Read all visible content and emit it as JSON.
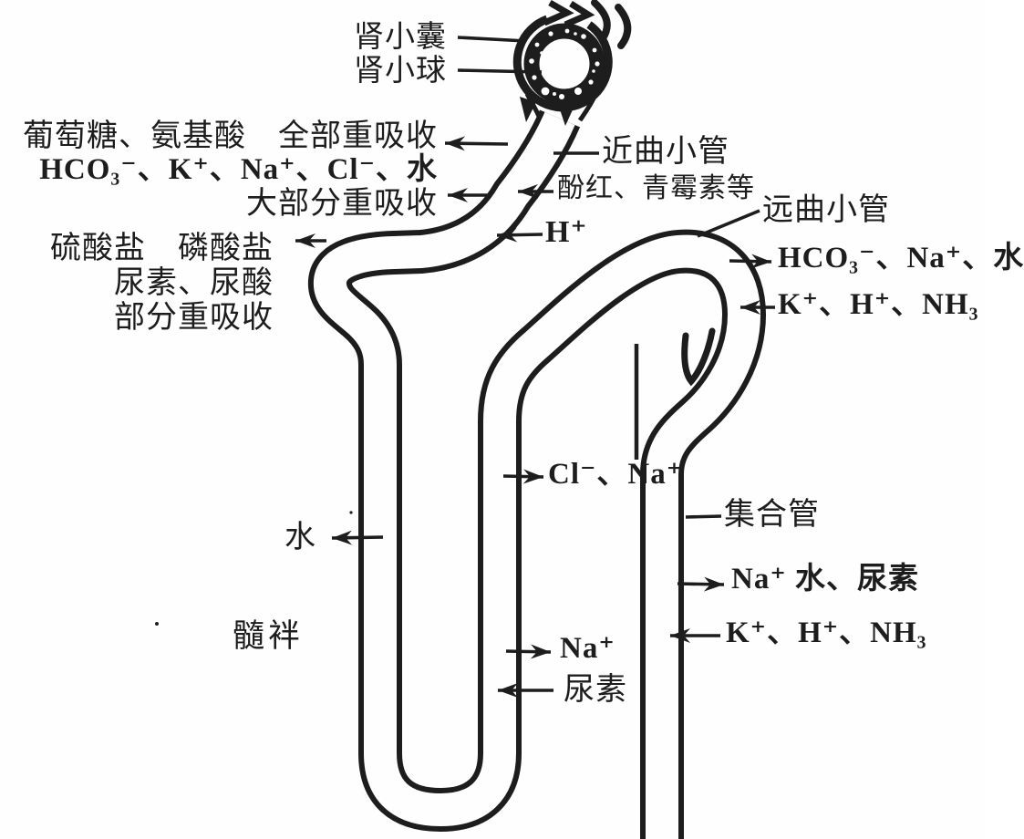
{
  "colors": {
    "ink": "#1d1d1d",
    "background": "#fefefe"
  },
  "labels": {
    "bowmans_capsule": "肾小囊",
    "glomerulus": "肾小球",
    "fully_reabsorbed": "葡萄糖、氨基酸　全部重吸收",
    "mostly_substances": "HCO₃⁻、K⁺、Na⁺、Cl⁻、水",
    "mostly_reabsorbed": "大部分重吸收",
    "sulfate_phosphate": "硫酸盐　磷酸盐",
    "urea_uric_acid": "尿素、尿酸",
    "partially_reabsorbed": "部分重吸收",
    "proximal_tubule": "近曲小管",
    "phenol_red_penicillin": "酚红、青霉素等",
    "h_ion": "H⁺",
    "distal_tubule": "远曲小管",
    "hco3_na_water": "HCO₃⁻、Na⁺、水",
    "k_h_nh3_distal": "K⁺、H⁺、NH₃",
    "cl_na": "Cl⁻、Na⁺",
    "collecting_duct": "集合管",
    "na_water_urea": "Na⁺ 水、尿素",
    "k_h_nh3_duct": "K⁺、H⁺、NH₃",
    "water": "水",
    "loop_of_henle": "髓袢",
    "na_ion": "Na⁺",
    "urea": "尿素"
  }
}
